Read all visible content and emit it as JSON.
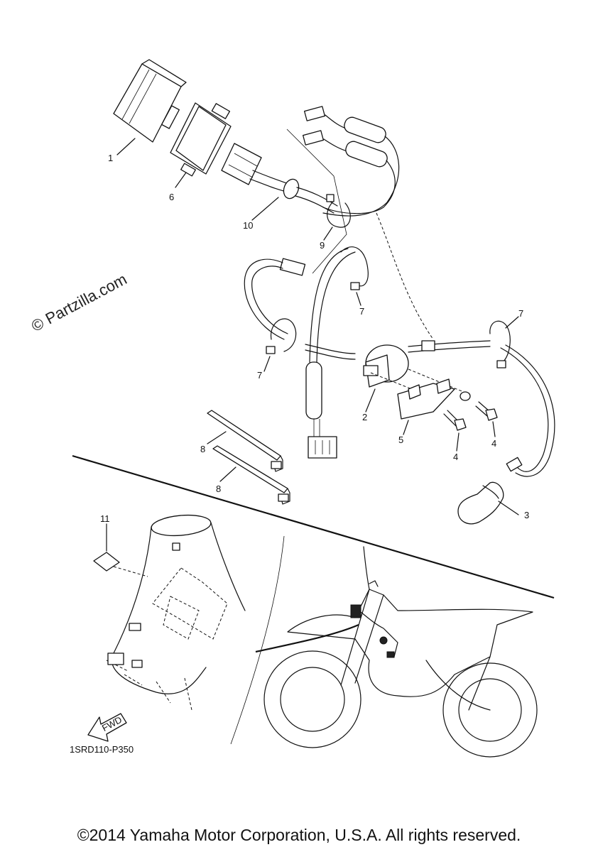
{
  "watermark": "© Partzilla.com",
  "drawing_code": "1SRD110-P350",
  "copyright": "©2014 Yamaha Motor Corporation, U.S.A. All rights reserved.",
  "fwd_label": "FWD",
  "callouts": {
    "c1": "1",
    "c2": "2",
    "c3": "3",
    "c4a": "4",
    "c4b": "4",
    "c5": "5",
    "c6": "6",
    "c7a": "7",
    "c7b": "7",
    "c7c": "7",
    "c8a": "8",
    "c8b": "8",
    "c9": "9",
    "c10": "10",
    "c11": "11"
  }
}
